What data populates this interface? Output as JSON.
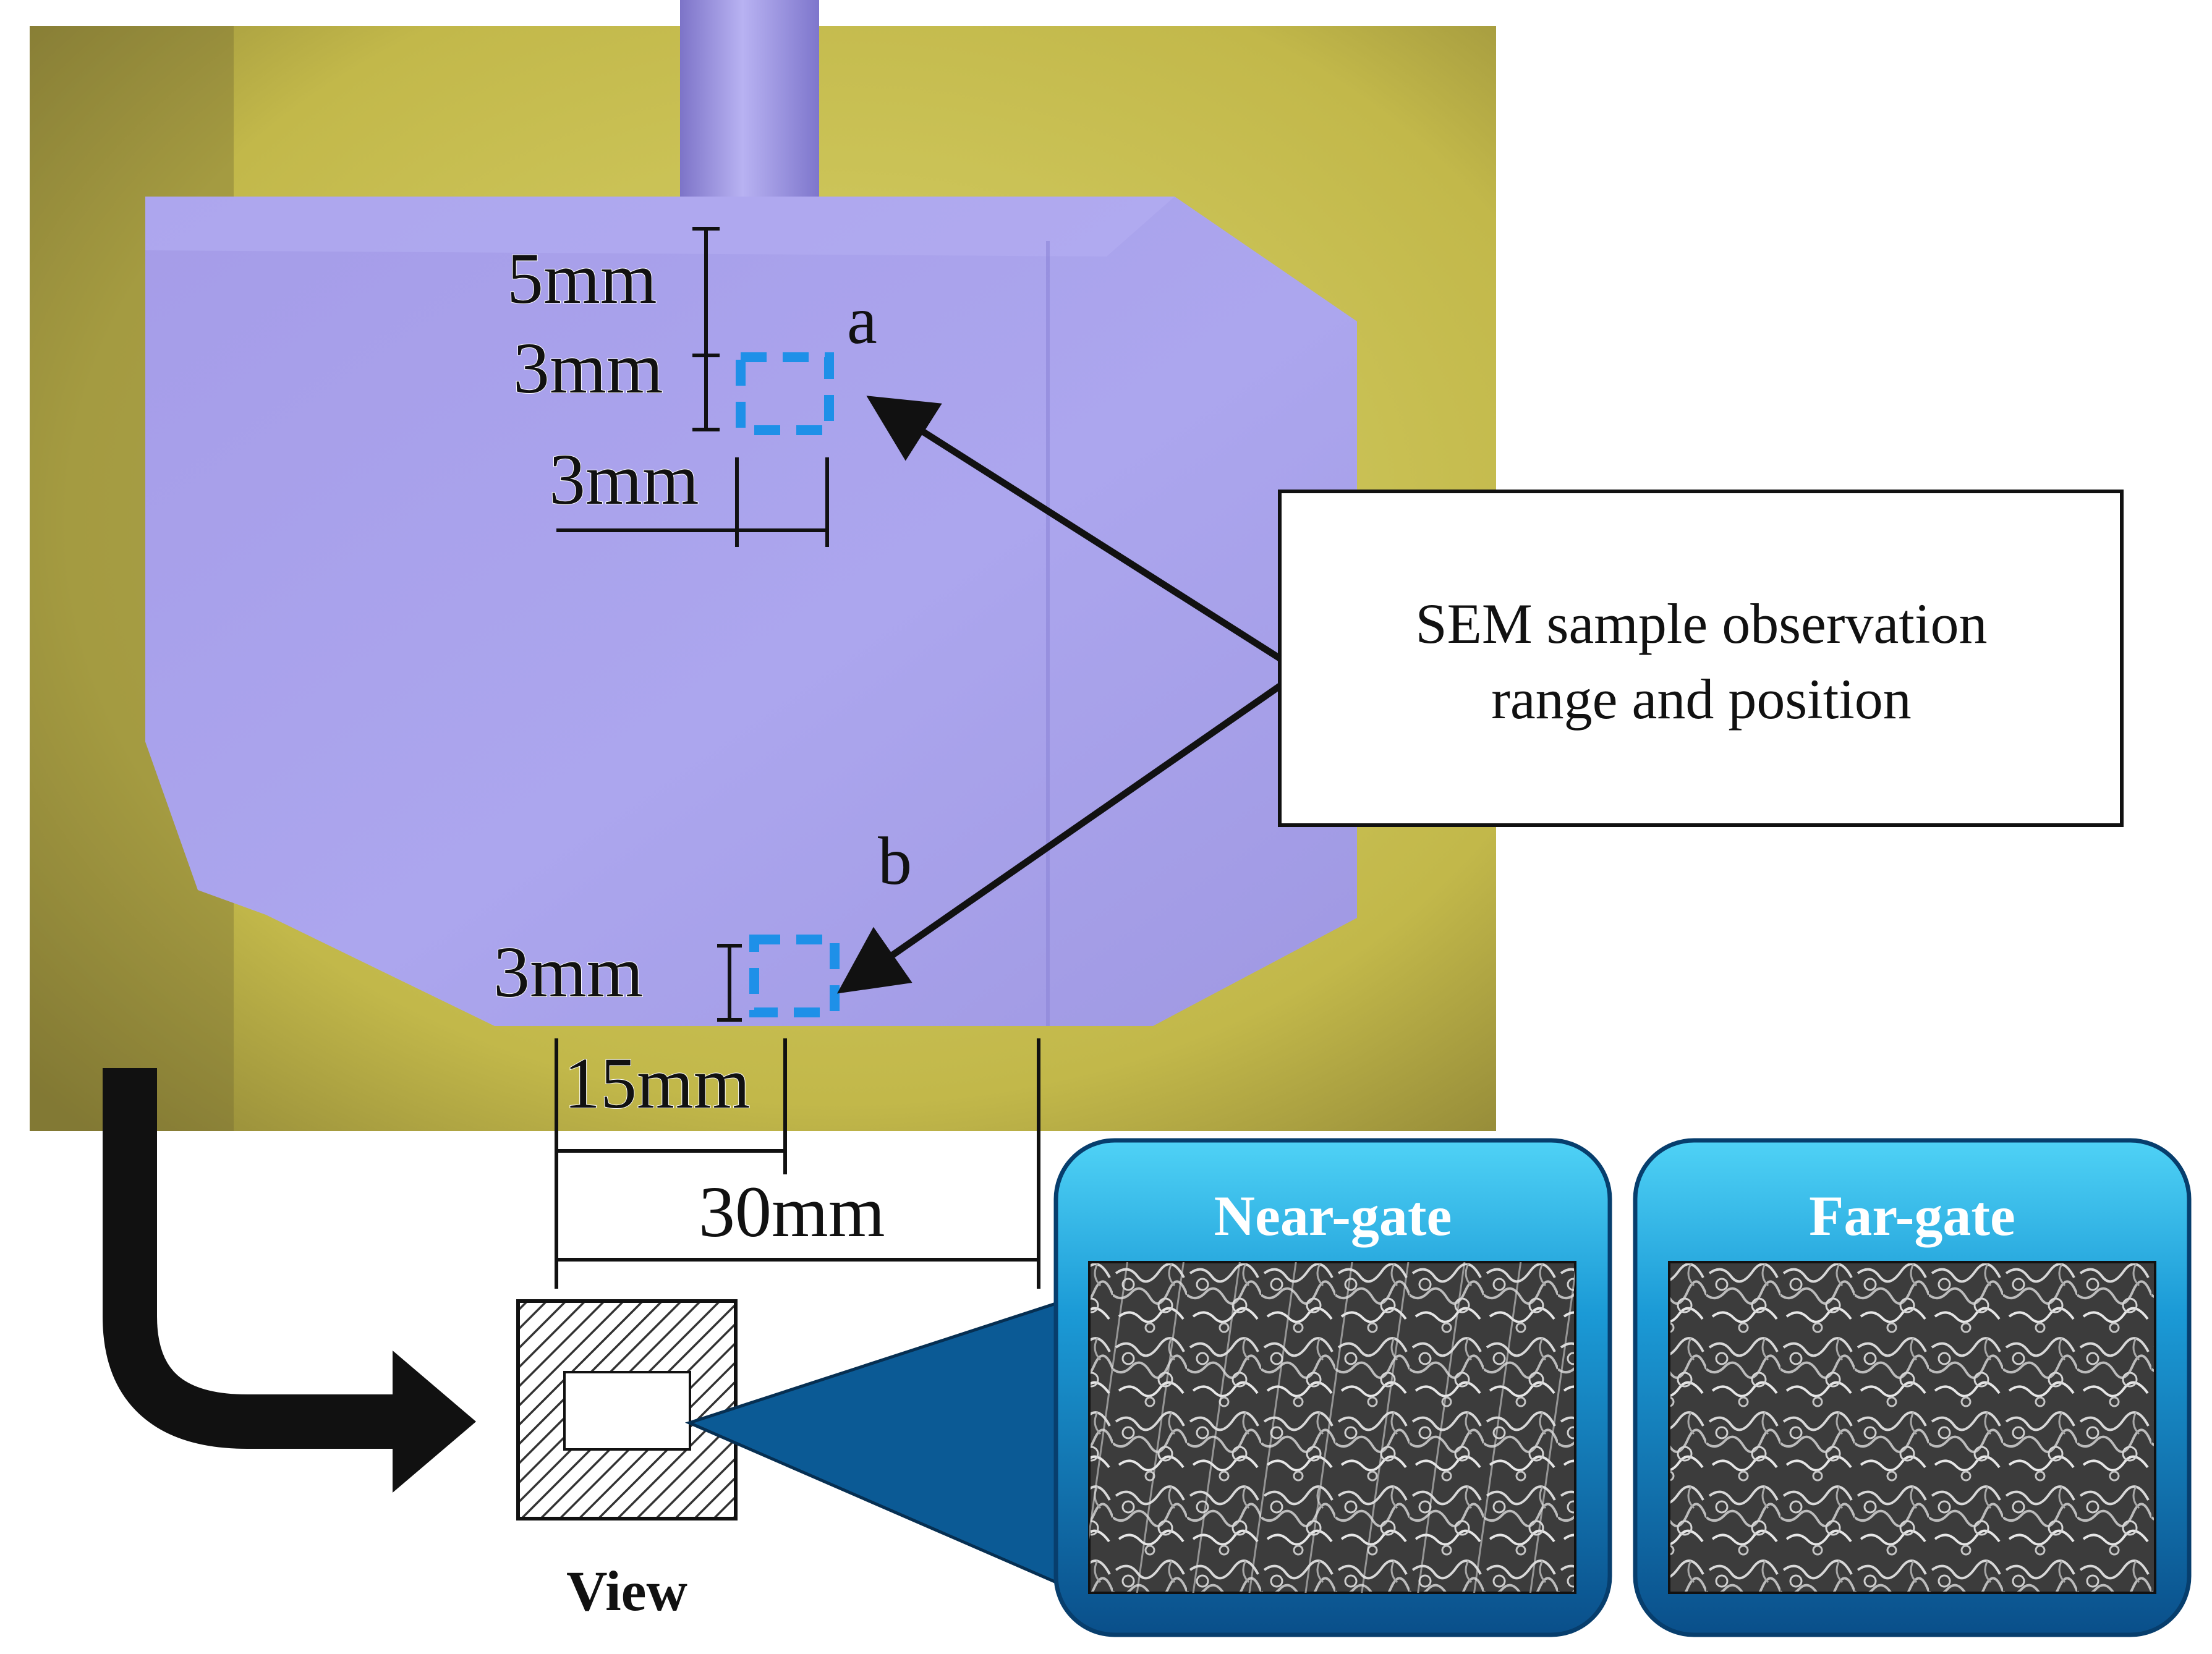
{
  "dimensions": {
    "top_offset": "5mm",
    "sample_a_height": "3mm",
    "sample_a_width": "3mm",
    "sample_b_height": "3mm",
    "sample_b_offset": "15mm",
    "part_width": "30mm"
  },
  "sample_labels": {
    "a": "a",
    "b": "b"
  },
  "callout": {
    "line1": "SEM sample observation",
    "line2": "range and position"
  },
  "panels": [
    {
      "title": "Near-gate"
    },
    {
      "title": "Far-gate"
    }
  ],
  "view_label": "View",
  "colors": {
    "background_yellow": "#c9c24a",
    "part_purple": "#a7a0ea",
    "sample_box_blue": "#1e90e8",
    "panel_blue_light": "#44c8f2",
    "panel_blue_dark": "#0a4f8a"
  }
}
